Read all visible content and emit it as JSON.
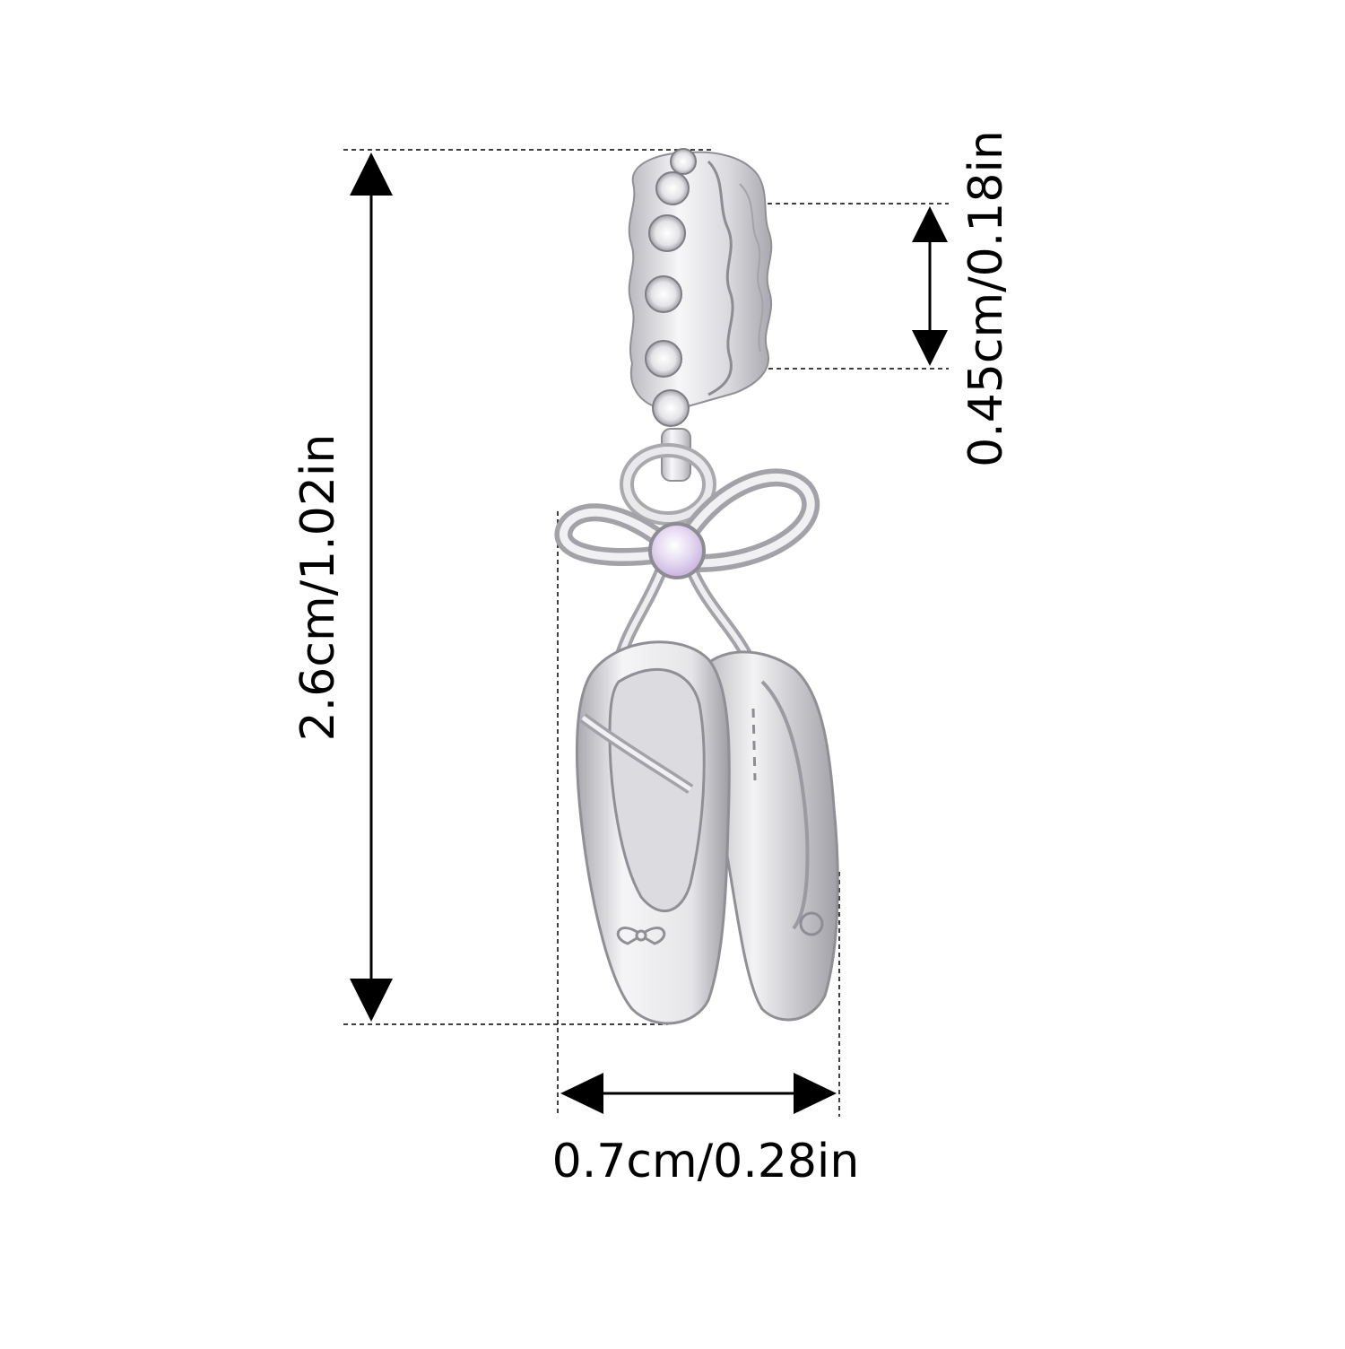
{
  "product": {
    "name": "ballet-shoes-dangle-charm",
    "metal_color": "#e8e8ea",
    "stone_color": "#dcd0ea",
    "crystal_color": "#f4f4f6"
  },
  "dimensions": {
    "height_label": "2.6cm/1.02in",
    "hole_label": "0.45cm/0.18in",
    "width_label": "0.7cm/0.28in",
    "line_color": "#000000"
  }
}
